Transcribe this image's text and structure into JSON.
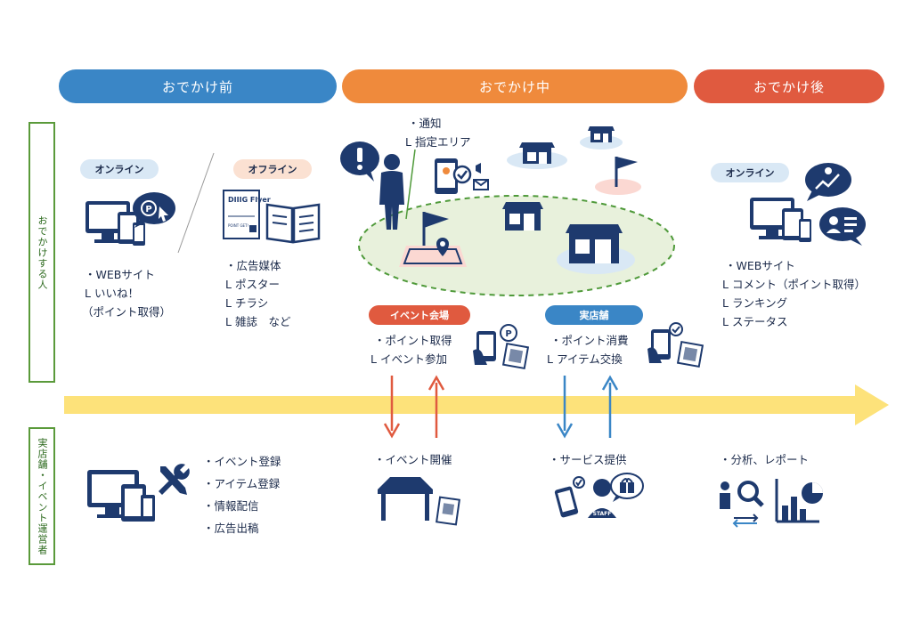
{
  "phases": {
    "before": "おでかけ前",
    "during": "おでかけ中",
    "after": "おでかけ後"
  },
  "rows": {
    "visitor": "おでかけする人",
    "operator": "実店舗・イベント運営者"
  },
  "before": {
    "online_tag": "オンライン",
    "offline_tag": "オフライン",
    "online_lines": [
      "・WEBサイト",
      "L いいね！",
      "（ポイント取得）"
    ],
    "offline_lines": [
      "・広告媒体",
      "L ポスター",
      "L チラシ",
      "L 雑誌　など"
    ],
    "flyer_title": "DIIIG Flyer",
    "flyer_sub": "POINT GET！"
  },
  "during": {
    "notice_lines": [
      "・通知",
      "L 指定エリア"
    ],
    "event_tag": "イベント会場",
    "shop_tag": "実店舗",
    "event_lines": [
      "・ポイント取得",
      "L イベント参加"
    ],
    "shop_lines": [
      "・ポイント消費",
      "L アイテム交換"
    ]
  },
  "after": {
    "online_tag": "オンライン",
    "online_lines": [
      "・WEBサイト",
      "L コメント（ポイント取得）",
      "L ランキング",
      "L ステータス"
    ]
  },
  "operator": {
    "tasks": [
      "・イベント登録",
      "・アイテム登録",
      "・情報配信",
      "・広告出稿"
    ],
    "event_hold": "・イベント開催",
    "service": "・サービス提供",
    "analysis": "・分析、レポート",
    "staff_label": "STAFF"
  },
  "colors": {
    "before": "#3a86c6",
    "during": "#ef8a3c",
    "after": "#e05a3f",
    "navy": "#1e3a6e",
    "timeline": "#fde27a",
    "arrow_red": "#e05a3f",
    "arrow_blue": "#3a86c6",
    "row_border": "#5a9a3a"
  },
  "icons": [
    "devices-icon",
    "pointer-icon",
    "flyer-icon",
    "magazine-icon",
    "person-icon",
    "alert-icon",
    "smartphone-notify-icon",
    "shop-icon",
    "flag-icon",
    "qr-icon",
    "wrench-icon",
    "tent-icon",
    "staff-icon",
    "gift-icon",
    "magnifier-icon",
    "bar-chart-icon",
    "comment-icon",
    "profile-card-icon"
  ]
}
